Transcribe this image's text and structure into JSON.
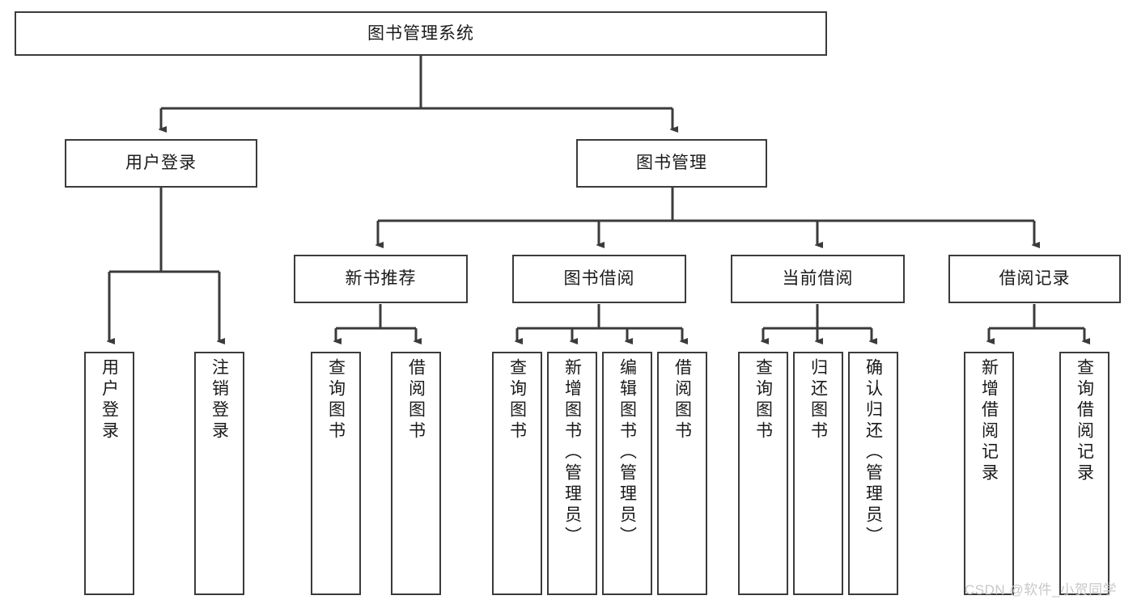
{
  "diagram": {
    "title": "图书管理系统",
    "type": "tree-hierarchy",
    "colors": {
      "background": "#ffffff",
      "node_fill": "#ffffff",
      "node_border": "#3b3b3b",
      "edge": "#3b3b3b",
      "text": "#1a1a1a",
      "watermark": "#c8c8c8"
    }
  },
  "nodes": {
    "root": {
      "label": "图书管理系统"
    },
    "level1": [
      {
        "label": "用户登录"
      },
      {
        "label": "图书管理"
      }
    ],
    "level2": [
      {
        "label": "新书推荐"
      },
      {
        "label": "图书借阅"
      },
      {
        "label": "当前借阅"
      },
      {
        "label": "借阅记录"
      }
    ],
    "leaves": {
      "user_login": [
        {
          "label": "用户登录"
        },
        {
          "label": "注销登录"
        }
      ],
      "new_book_recommend": [
        {
          "label": "查询图书"
        },
        {
          "label": "借阅图书"
        }
      ],
      "book_borrow": [
        {
          "label": "查询图书"
        },
        {
          "label": "新增图书（管理员）"
        },
        {
          "label": "编辑图书（管理员）"
        },
        {
          "label": "借阅图书"
        }
      ],
      "current_borrow": [
        {
          "label": "查询图书"
        },
        {
          "label": "归还图书"
        },
        {
          "label": "确认归还（管理员）"
        }
      ],
      "borrow_record": [
        {
          "label": "新增借阅记录"
        },
        {
          "label": "查询借阅记录"
        }
      ]
    }
  },
  "watermark": {
    "text": "CSDN @软件_小贺同学"
  }
}
